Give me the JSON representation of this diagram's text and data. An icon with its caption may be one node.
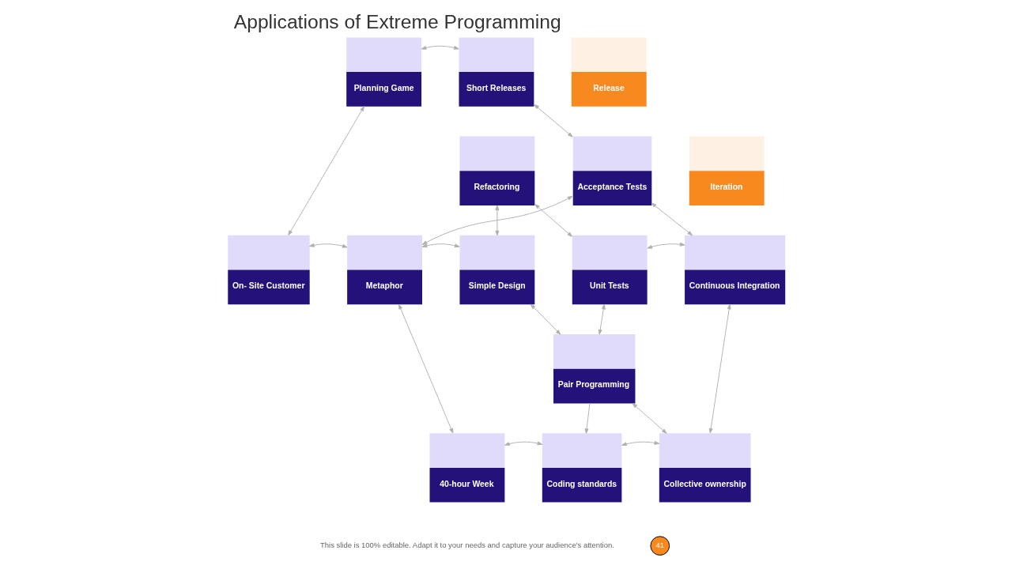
{
  "diagram": {
    "title": "Applications of Extreme Programming",
    "nodes": [
      {
        "text": [
          "Planning Game"
        ]
      },
      {
        "text": [
          "Short Releases"
        ]
      },
      {
        "text": [
          "Release"
        ]
      },
      {
        "text": [
          "Acceptance Tests"
        ]
      },
      {
        "text": [
          "Iteration"
        ]
      },
      {
        "text": [
          "Refactoring"
        ]
      },
      {
        "text": [
          "On- Site Customer"
        ]
      },
      {
        "text": [
          "Metaphor"
        ]
      },
      {
        "text": [
          "Simple Design"
        ]
      },
      {
        "text": [
          "Unit Tests"
        ]
      },
      {
        "text": [
          "Continuous Integration"
        ]
      },
      {
        "text": [
          "Pair Programming"
        ]
      },
      {
        "text": [
          "40-hour Week"
        ]
      },
      {
        "text": [
          "Coding standards"
        ]
      },
      {
        "text": [
          "Collective ownership"
        ]
      }
    ],
    "edges": [
      {
        "from": 6,
        "to": 0,
        "arrow": "both"
      },
      {
        "from": 0,
        "to": 1,
        "arrow": "both"
      },
      {
        "from": 1,
        "to": 3,
        "arrow": "both"
      },
      {
        "from": 3,
        "to": 7,
        "arrow": "both"
      },
      {
        "from": 10,
        "to": 3,
        "arrow": "both"
      },
      {
        "from": 8,
        "to": 5,
        "arrow": "both"
      },
      {
        "from": 5,
        "to": 9,
        "arrow": "both"
      },
      {
        "from": 6,
        "to": 7,
        "arrow": "both"
      },
      {
        "from": 7,
        "to": 8,
        "arrow": "both"
      },
      {
        "from": 9,
        "to": 10,
        "arrow": "both"
      },
      {
        "from": 8,
        "to": 11,
        "arrow": "both"
      },
      {
        "from": 9,
        "to": 11,
        "arrow": "both"
      },
      {
        "from": 7,
        "to": 12,
        "arrow": "both"
      },
      {
        "from": 10,
        "to": 14,
        "arrow": "both"
      },
      {
        "from": 11,
        "to": 13,
        "arrow": "to"
      },
      {
        "from": 14,
        "to": 11,
        "arrow": "both"
      },
      {
        "from": 12,
        "to": 13,
        "arrow": "both"
      },
      {
        "from": 13,
        "to": 14,
        "arrow": "both"
      }
    ],
    "labels": [
      "This slide is 100% editable. Adapt it to your needs and capture your audience's attention.",
      "41"
    ]
  }
}
